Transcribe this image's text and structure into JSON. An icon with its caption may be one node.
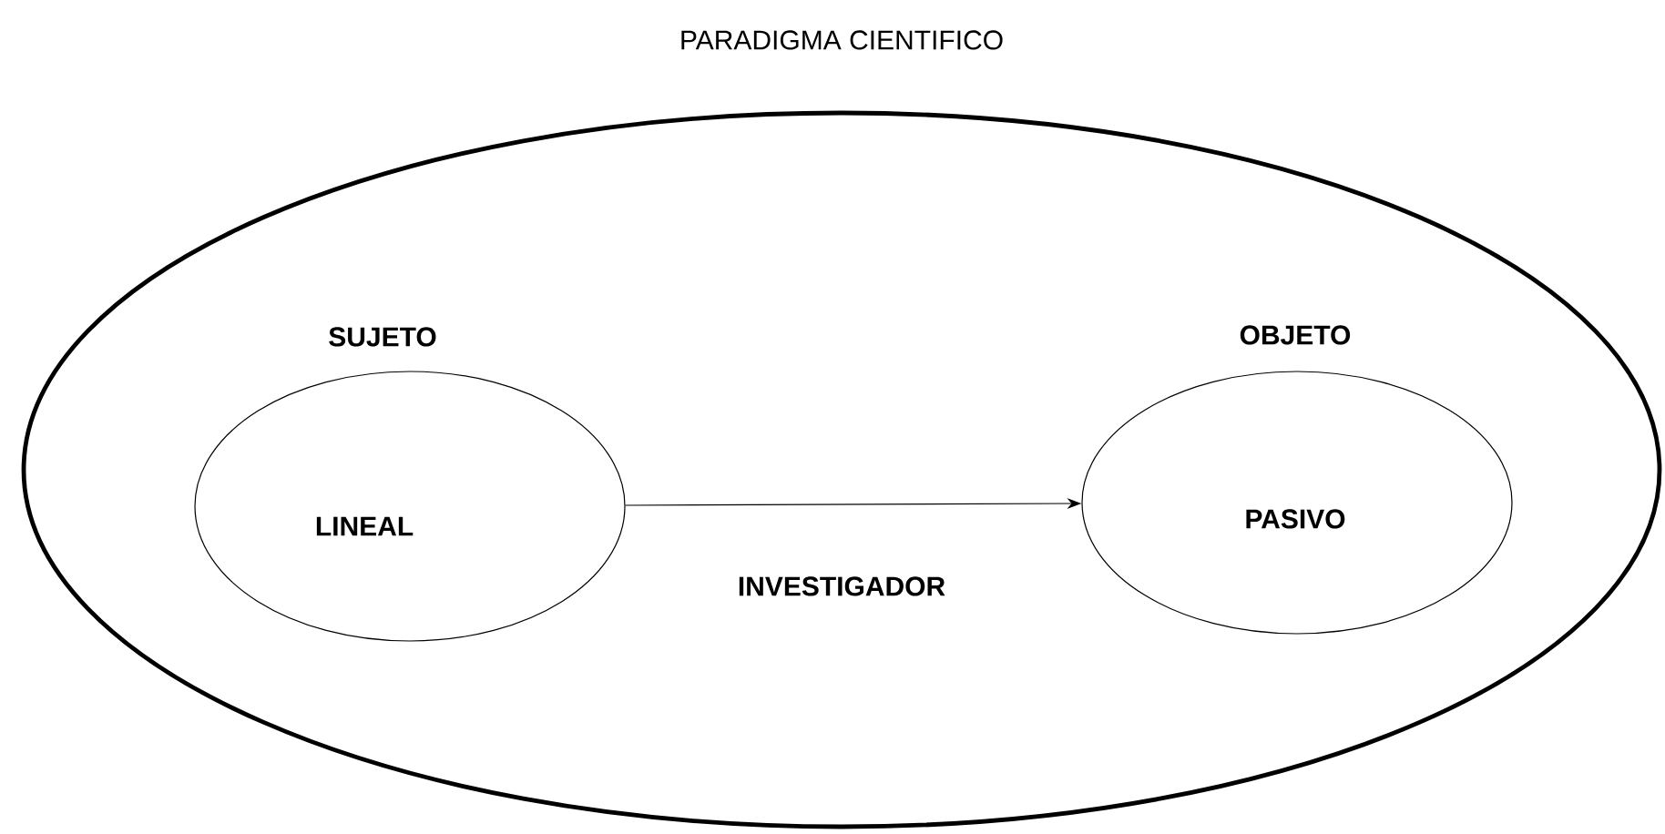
{
  "diagram": {
    "nodes": [
      {
        "text": [
          "PARADIGMA CIENTIFICO"
        ]
      },
      {
        "text": [
          "SUJETO",
          "LINEAL"
        ],
        "in": 0
      },
      {
        "text": [
          "OBJETO",
          "PASIVO"
        ],
        "in": 0
      }
    ],
    "edges": [
      {
        "from": 1,
        "to": 2,
        "arrow": "to",
        "label": "INVESTIGADOR"
      }
    ]
  }
}
